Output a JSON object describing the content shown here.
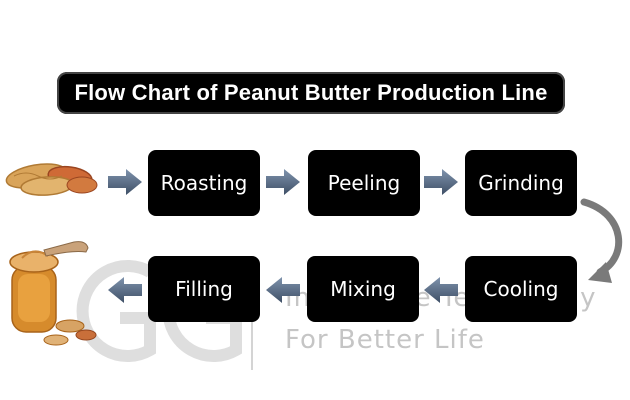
{
  "title": "Flow Chart of Peanut Butter Production Line",
  "steps": [
    "Roasting",
    "Peeling",
    "Grinding",
    "Cooling",
    "Mixing",
    "Filling"
  ],
  "watermark": {
    "line1": "Innovative Technology",
    "line2": "For Better Life",
    "logo": "GG"
  },
  "images": {
    "input": "peanuts",
    "output": "peanut-butter-jar"
  },
  "colors": {
    "box": "#000000",
    "box_text": "#ffffff",
    "arrow": "#4a5c73",
    "curved_arrow": "#7a7a7a"
  }
}
